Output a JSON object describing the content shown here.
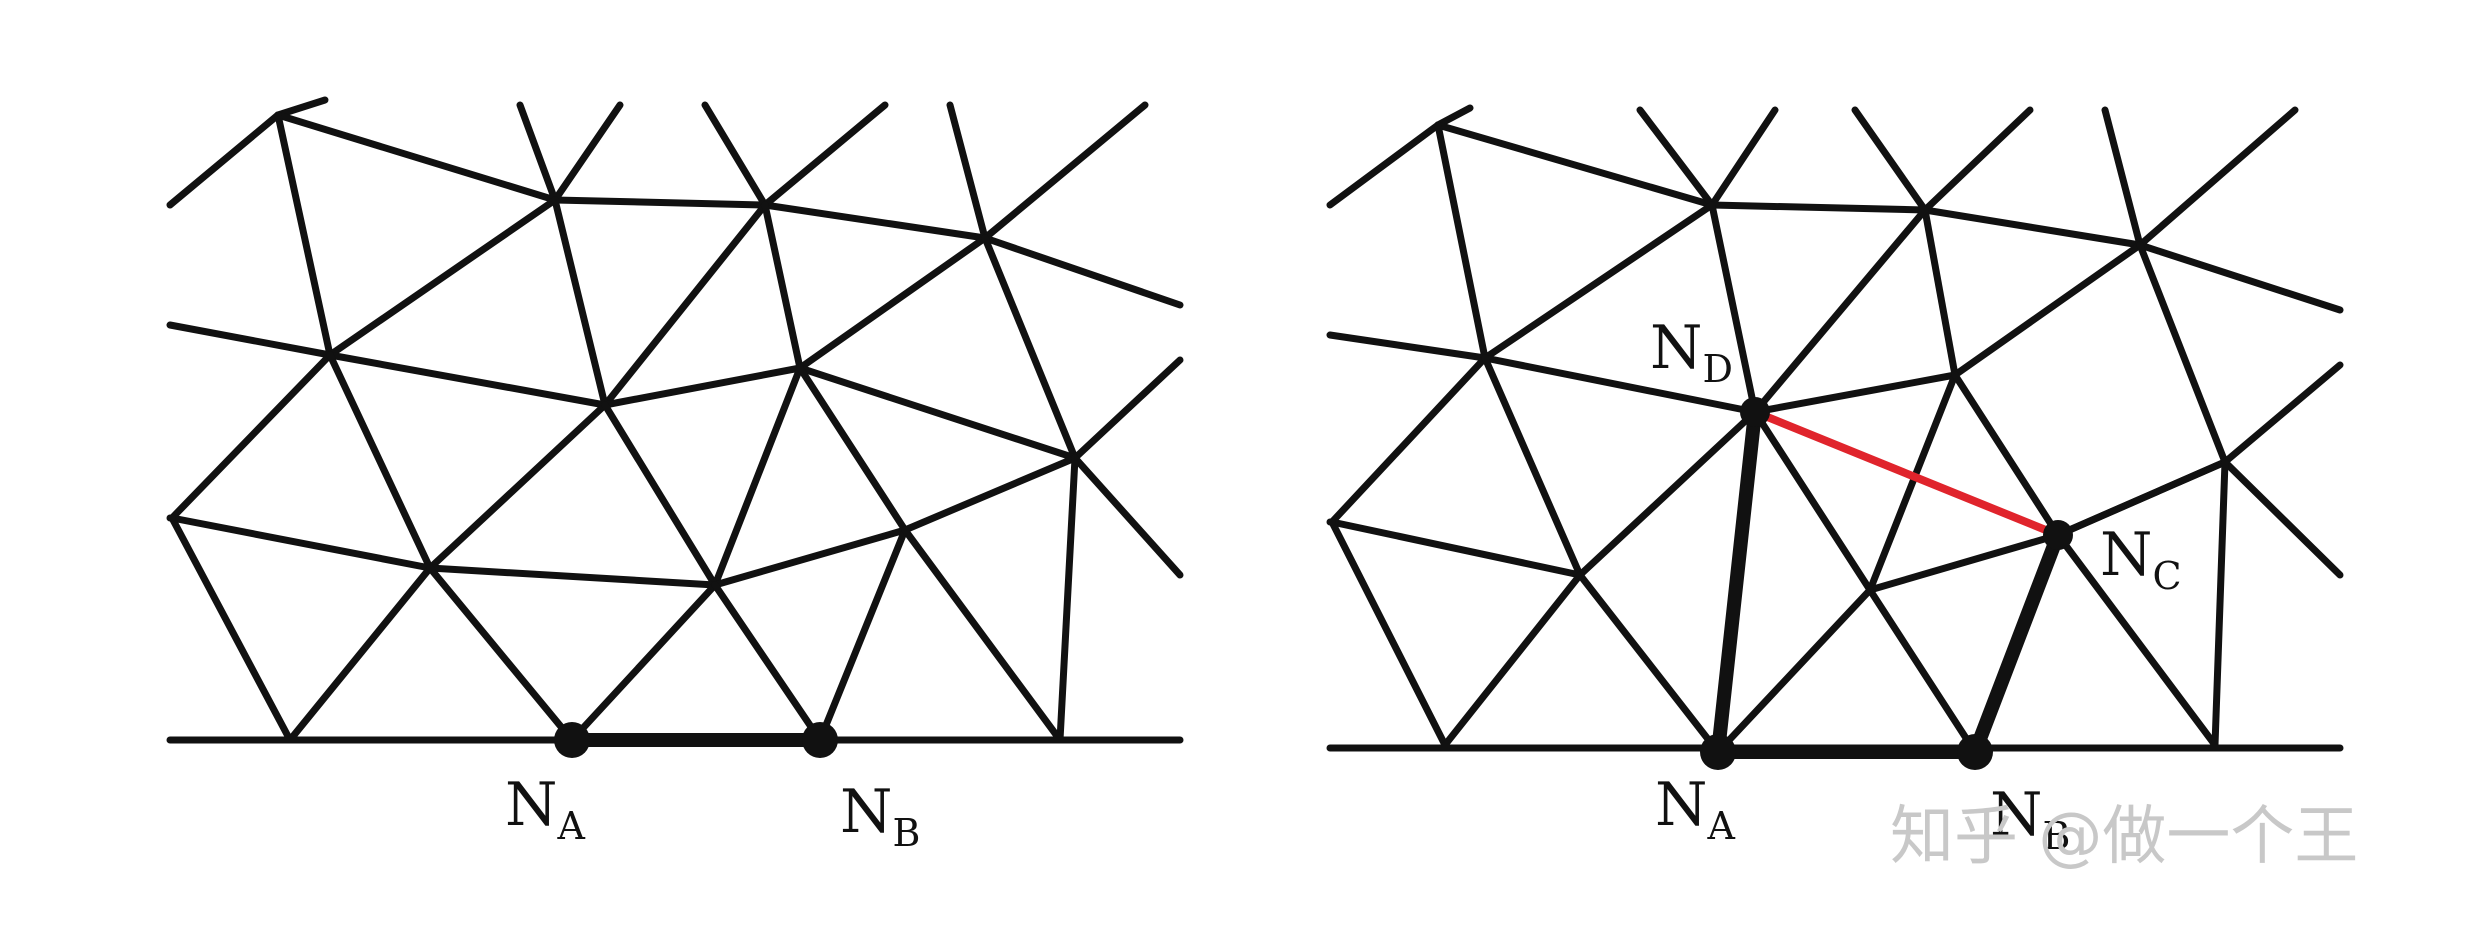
{
  "colors": {
    "edge": "#111111",
    "highlight": "#e0242c",
    "watermark": "#c8c8c8",
    "background": "#ffffff"
  },
  "left_panel": {
    "labels": {
      "na": {
        "main": "N",
        "sub": "A"
      },
      "nb": {
        "main": "N",
        "sub": "B"
      }
    }
  },
  "right_panel": {
    "labels": {
      "na": {
        "main": "N",
        "sub": "A"
      },
      "nb": {
        "main": "N",
        "sub": "B"
      },
      "nc": {
        "main": "N",
        "sub": "C"
      },
      "nd": {
        "main": "N",
        "sub": "D"
      }
    }
  },
  "watermark": "知乎 @做一个王"
}
